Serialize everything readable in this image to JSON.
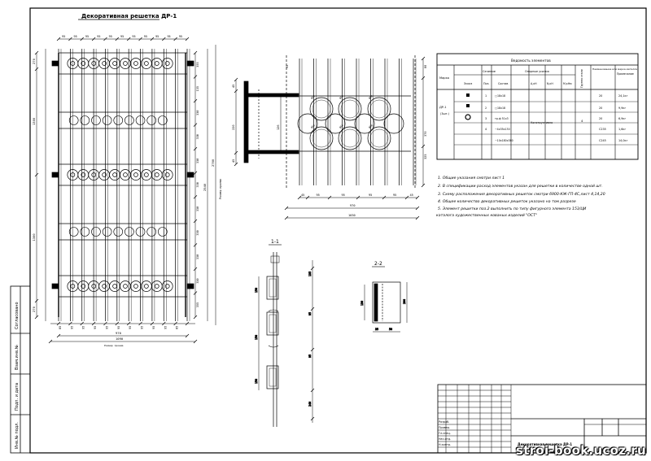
{
  "drawing": {
    "main_title": "Декоративная решетка ДР-1",
    "section_1_1": "1-1",
    "section_2_2": "2-2"
  },
  "left_view": {
    "top_dims": [
      "95",
      "95",
      "95",
      "95",
      "95",
      "95",
      "95",
      "95",
      "95",
      "95",
      "95"
    ],
    "left_dims": [
      "270",
      "1300",
      "1300",
      "270"
    ],
    "right_dims": [
      "355",
      "135",
      "330",
      "330",
      "330",
      "330",
      "330",
      "330",
      "330",
      "330",
      "355"
    ],
    "overall_right": "2540",
    "overall_right2": "2760",
    "bottom_dims": [
      "85",
      "95",
      "95",
      "95",
      "95",
      "95",
      "95",
      "95",
      "95",
      "95",
      "85"
    ],
    "bottom_overall_1": "970",
    "bottom_overall_2": "1090",
    "side_note": "Размер проема",
    "bottom_note": "Размер проема"
  },
  "detail_view": {
    "left_dims": [
      "45",
      "220",
      "126",
      "45"
    ],
    "bottom_dims": [
      "45",
      "95",
      "95",
      "95",
      "95",
      "45"
    ],
    "bottom_overall_1": "970",
    "bottom_overall_2": "1030",
    "right_dims": [
      "80",
      "370",
      "325"
    ],
    "top_left_dim": "95",
    "item_labels": [
      "ф50",
      "ф50",
      "ф50",
      "ф50",
      "ф50",
      "ф50"
    ]
  },
  "section_1_1_dims": {
    "left": [
      "150",
      "150",
      "150"
    ],
    "right": [
      "135",
      "95",
      "95",
      "240"
    ]
  },
  "section_2_2_dims": {
    "left": "130",
    "right": "200",
    "bottom": [
      "35",
      "50"
    ]
  },
  "spec_table": {
    "caption": "Ведомость элементов",
    "col_mark": "Марка",
    "col_section": "Сечение",
    "col_section_sketch": "Эскиз",
    "col_section_pos": "Поз.",
    "col_section_comp": "Состав",
    "col_forces": "Опорные усилия",
    "col_forces_sub": [
      "A,кН",
      "N,кН",
      "M,кНм"
    ],
    "col_group": "Группа стали",
    "col_steel": "Наименование или марка металла",
    "col_note": "Примечание",
    "mark_value": "ДР-1",
    "mark_sub": "(3шт.)",
    "forces_value": "Конструктивно",
    "group_value": "4",
    "rows": [
      {
        "pos": "1",
        "comp": "□18х18",
        "steel": "20",
        "note": "24,1кг"
      },
      {
        "pos": "2",
        "comp": "□18х18",
        "steel": "20",
        "note": "9,9кг"
      },
      {
        "pos": "3",
        "comp": "тр.ф 51х3",
        "steel": "20",
        "note": "6,9кг"
      },
      {
        "pos": "4",
        "comp": "−4х35х130",
        "steel": "С235",
        "note": "1,6кг"
      },
      {
        "pos": "",
        "comp": "−10х180х380",
        "steel": "С245",
        "note": "14,0кг"
      }
    ]
  },
  "notes": [
    "1. Общие указания смотри лист 1",
    "2. В спецификации расход элементов указан для решетки в количестве одной шт.",
    "3. Схему расположения декоративных решеток смотри 6900-КЖ-ГП-4С,лист 4,14,20",
    "4. Общее количество декоративных решеток указано на том разрезе",
    "5. Элемент  решетки поз.2 выполнить по типу фигурного элемента 153/ЦИ",
    "каталога художественных кованых изделий \"ОСТ\""
  ],
  "title_block": {
    "rows": [
      "Разраб.",
      "Провер.",
      "Гл.спец.",
      "Нач.отд.",
      "Н.контр."
    ],
    "sheet_title": "Декоративная решетка ДР-1"
  },
  "left_stamp": [
    "Согласовано",
    "Взам.инв.№",
    "Подп. и дата",
    "Инв.№ подл."
  ],
  "watermark": "stroi-book.ucoz.ru"
}
